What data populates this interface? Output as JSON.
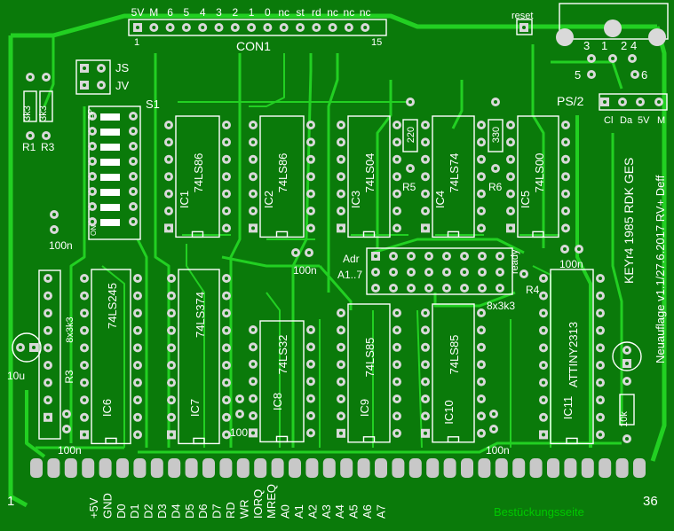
{
  "colors": {
    "board": "#0a7a0a",
    "trace": "#22d022",
    "copper": "#1fbf1f",
    "pad": "#d9d9d9",
    "silk": "#ffffff",
    "finger": "#c8c8c8",
    "bottom_text": "#00c800"
  },
  "connector_top": {
    "name": "CON1",
    "pins": [
      "5V",
      "M",
      "6",
      "5",
      "4",
      "3",
      "2",
      "1",
      "0",
      "nc",
      "st",
      "rd",
      "nc",
      "nc",
      "nc"
    ],
    "first": "1",
    "last": "15"
  },
  "reset_label": "reset",
  "ps2": {
    "label": "PS/2",
    "pins": [
      "Cl",
      "Da",
      "5V",
      "M"
    ],
    "din": [
      "3",
      "1",
      "2",
      "4",
      "5",
      "6"
    ]
  },
  "jumpers": [
    "JS",
    "JV"
  ],
  "resistors": {
    "r1": "3k3",
    "r3": "3k3",
    "r1_name": "R1",
    "r3_name": "R3",
    "r5": "220",
    "r5_name": "R5",
    "r6": "330",
    "r6_name": "R6",
    "r10k": "10k"
  },
  "switch": {
    "name": "S1",
    "dp": "DP",
    "on": "ON"
  },
  "ics_top": [
    {
      "id": "IC1",
      "part": "74LS86"
    },
    {
      "id": "IC2",
      "part": "74LS86"
    },
    {
      "id": "IC3",
      "part": "74LS04"
    },
    {
      "id": "IC4",
      "part": "74LS74"
    },
    {
      "id": "IC5",
      "part": "74LS00"
    }
  ],
  "ics_bottom": [
    {
      "id": "IC6",
      "part": "74LS245"
    },
    {
      "id": "IC7",
      "part": "74LS374"
    },
    {
      "id": "IC8",
      "part": "74LS32"
    },
    {
      "id": "IC9",
      "part": "74LS85"
    },
    {
      "id": "IC10",
      "part": "74LS85"
    },
    {
      "id": "IC11",
      "part": "ATTINY2313"
    }
  ],
  "caps": {
    "c100n": "100n",
    "c100": "100",
    "c10u": "10u"
  },
  "rnet": {
    "r3": "8x3k3",
    "r3_name": "R3",
    "r4": "8x3k3",
    "r4_name": "R4"
  },
  "adr": {
    "adr": "Adr",
    "a17": "A1..7",
    "ready": "ready"
  },
  "side_text": {
    "line1": "KEYr4 1985 RDK GES",
    "line2": "Neuauflage v1.1/27.6.2017 RV+ Deff"
  },
  "edge": {
    "first": "1",
    "last": "36",
    "labels": [
      "+5V",
      "GND",
      "D0",
      "D1",
      "D2",
      "D3",
      "D4",
      "D5",
      "D6",
      "D7",
      "RD",
      "WR",
      "IORQ",
      "MREQ",
      "A0",
      "A1",
      "A2",
      "A3",
      "A4",
      "A5",
      "A6",
      "A7"
    ],
    "bottom_side": "Bestückungsseite"
  }
}
